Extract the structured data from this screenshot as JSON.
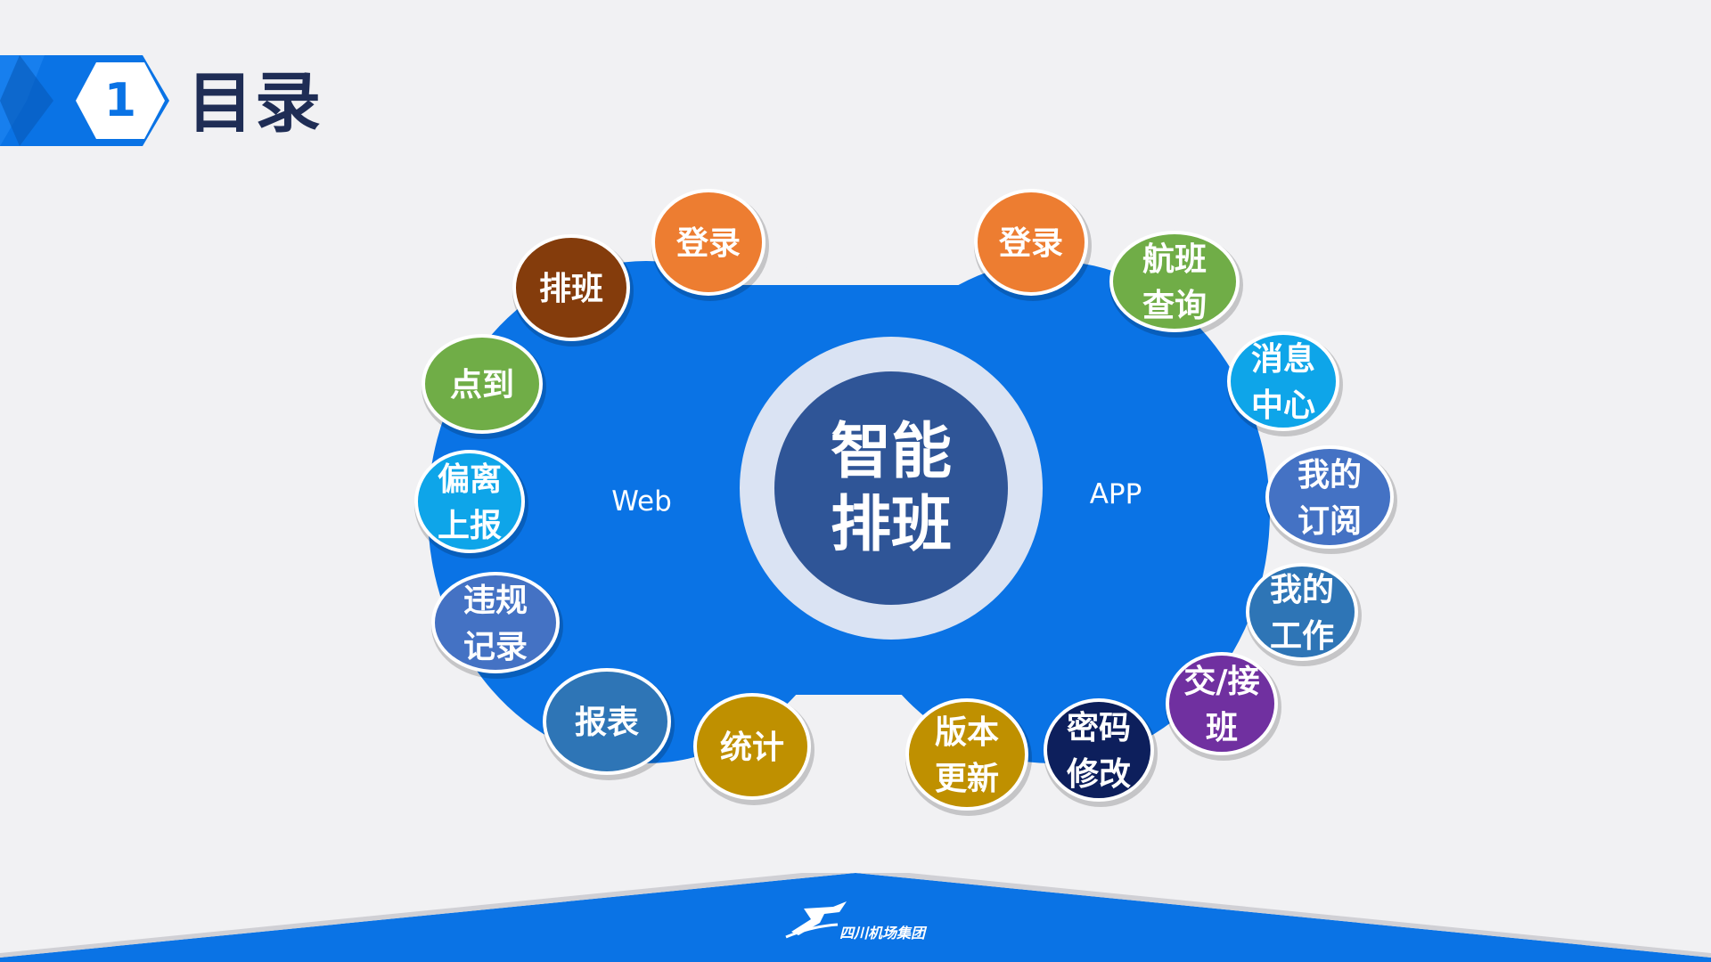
{
  "header": {
    "section_number": "1",
    "title": "目录"
  },
  "center": {
    "lines": [
      "智能",
      "排班"
    ]
  },
  "groups": {
    "web": {
      "label": "Web",
      "items": [
        {
          "lines": [
            "登录"
          ],
          "color": "#ed7d31"
        },
        {
          "lines": [
            "排班"
          ],
          "color": "#843c0c"
        },
        {
          "lines": [
            "点到"
          ],
          "color": "#70ad47"
        },
        {
          "lines": [
            "偏离",
            "上报"
          ],
          "color": "#0ea5e9"
        },
        {
          "lines": [
            "违规",
            "记录"
          ],
          "color": "#4472c4"
        },
        {
          "lines": [
            "报表"
          ],
          "color": "#2e75b6"
        },
        {
          "lines": [
            "统计"
          ],
          "color": "#bf9000"
        }
      ]
    },
    "app": {
      "label": "APP",
      "items": [
        {
          "lines": [
            "登录"
          ],
          "color": "#ed7d31"
        },
        {
          "lines": [
            "航班",
            "查询"
          ],
          "color": "#70ad47"
        },
        {
          "lines": [
            "消息",
            "中心"
          ],
          "color": "#0ea5e9"
        },
        {
          "lines": [
            "我的",
            "订阅"
          ],
          "color": "#4472c4"
        },
        {
          "lines": [
            "我的",
            "工作"
          ],
          "color": "#2e75b6"
        },
        {
          "lines": [
            "交/接",
            "班"
          ],
          "color": "#7030a0"
        },
        {
          "lines": [
            "密码",
            "修改"
          ],
          "color": "#0d1f5c"
        },
        {
          "lines": [
            "版本",
            "更新"
          ],
          "color": "#bf9000"
        }
      ]
    }
  },
  "footer": {
    "brand": "四川机场集团"
  },
  "colors": {
    "primary_blue": "#0a73e5",
    "center_ring": "#dae3f3",
    "center_core": "#2f5597",
    "title_navy": "#1f2d55",
    "bubble_border": "#ffffff"
  }
}
